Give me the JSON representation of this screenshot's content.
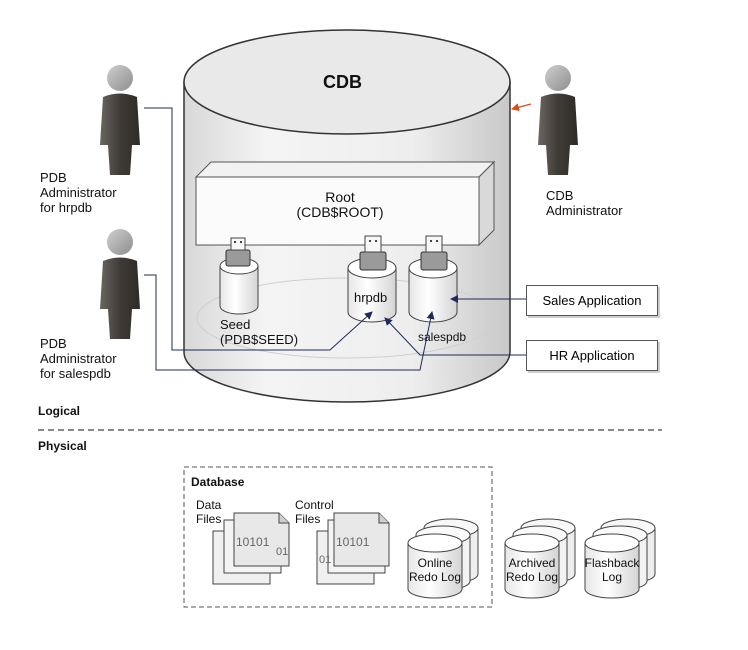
{
  "cdb": {
    "title": "CDB",
    "root": {
      "line1": "Root",
      "line2": "(CDB$ROOT)"
    },
    "seed": {
      "line1": "Seed",
      "line2": "(PDB$SEED)"
    },
    "hrpdb": "hrpdb",
    "salespdb": "salespdb"
  },
  "people": {
    "pdb_admin_hr": {
      "line1": "PDB",
      "line2": "Administrator",
      "line3": "for hrpdb"
    },
    "pdb_admin_sales": {
      "line1": "PDB",
      "line2": "Administrator",
      "line3": "for salespdb"
    },
    "cdb_admin": {
      "line1": "CDB",
      "line2": "Administrator"
    }
  },
  "apps": {
    "sales": "Sales Application",
    "hr": "HR Application"
  },
  "sections": {
    "logical": "Logical",
    "physical": "Physical"
  },
  "database": {
    "title": "Database",
    "data_files": {
      "line1": "Data",
      "line2": "Files"
    },
    "control_files": {
      "line1": "Control",
      "line2": "Files"
    },
    "doc_text": "10101",
    "doc_text_back": "01",
    "online_redo": {
      "line1": "Online",
      "line2": "Redo Log"
    },
    "archived_redo": {
      "line1": "Archived",
      "line2": "Redo Log"
    },
    "flashback": {
      "line1": "Flashback",
      "line2": "Log"
    }
  },
  "colors": {
    "arrow": "#1f2a5a",
    "cdb_admin_arrow": "#e04a1a",
    "person_head": "#a9a9a9",
    "person_body": "#4a4642"
  }
}
